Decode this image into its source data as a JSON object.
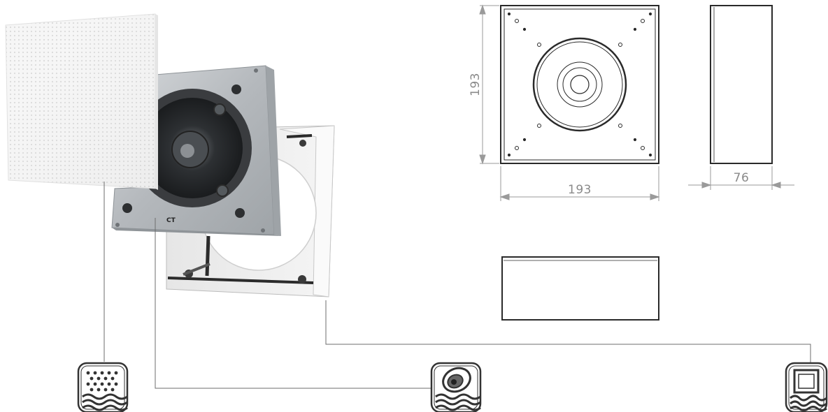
{
  "dimensions": {
    "front_height": "193",
    "front_width": "193",
    "side_depth": "76"
  },
  "icons": [
    {
      "name": "grille-icon"
    },
    {
      "name": "speaker-driver-icon"
    },
    {
      "name": "back-box-icon"
    }
  ],
  "colors": {
    "leader_line": "#6e6e6e",
    "dimension_line": "#9a9a9a",
    "drawing_line": "#2a2a2a",
    "steel": "#bfc3c7",
    "grille": "#f4f4f4",
    "icon_outline": "#333333"
  }
}
